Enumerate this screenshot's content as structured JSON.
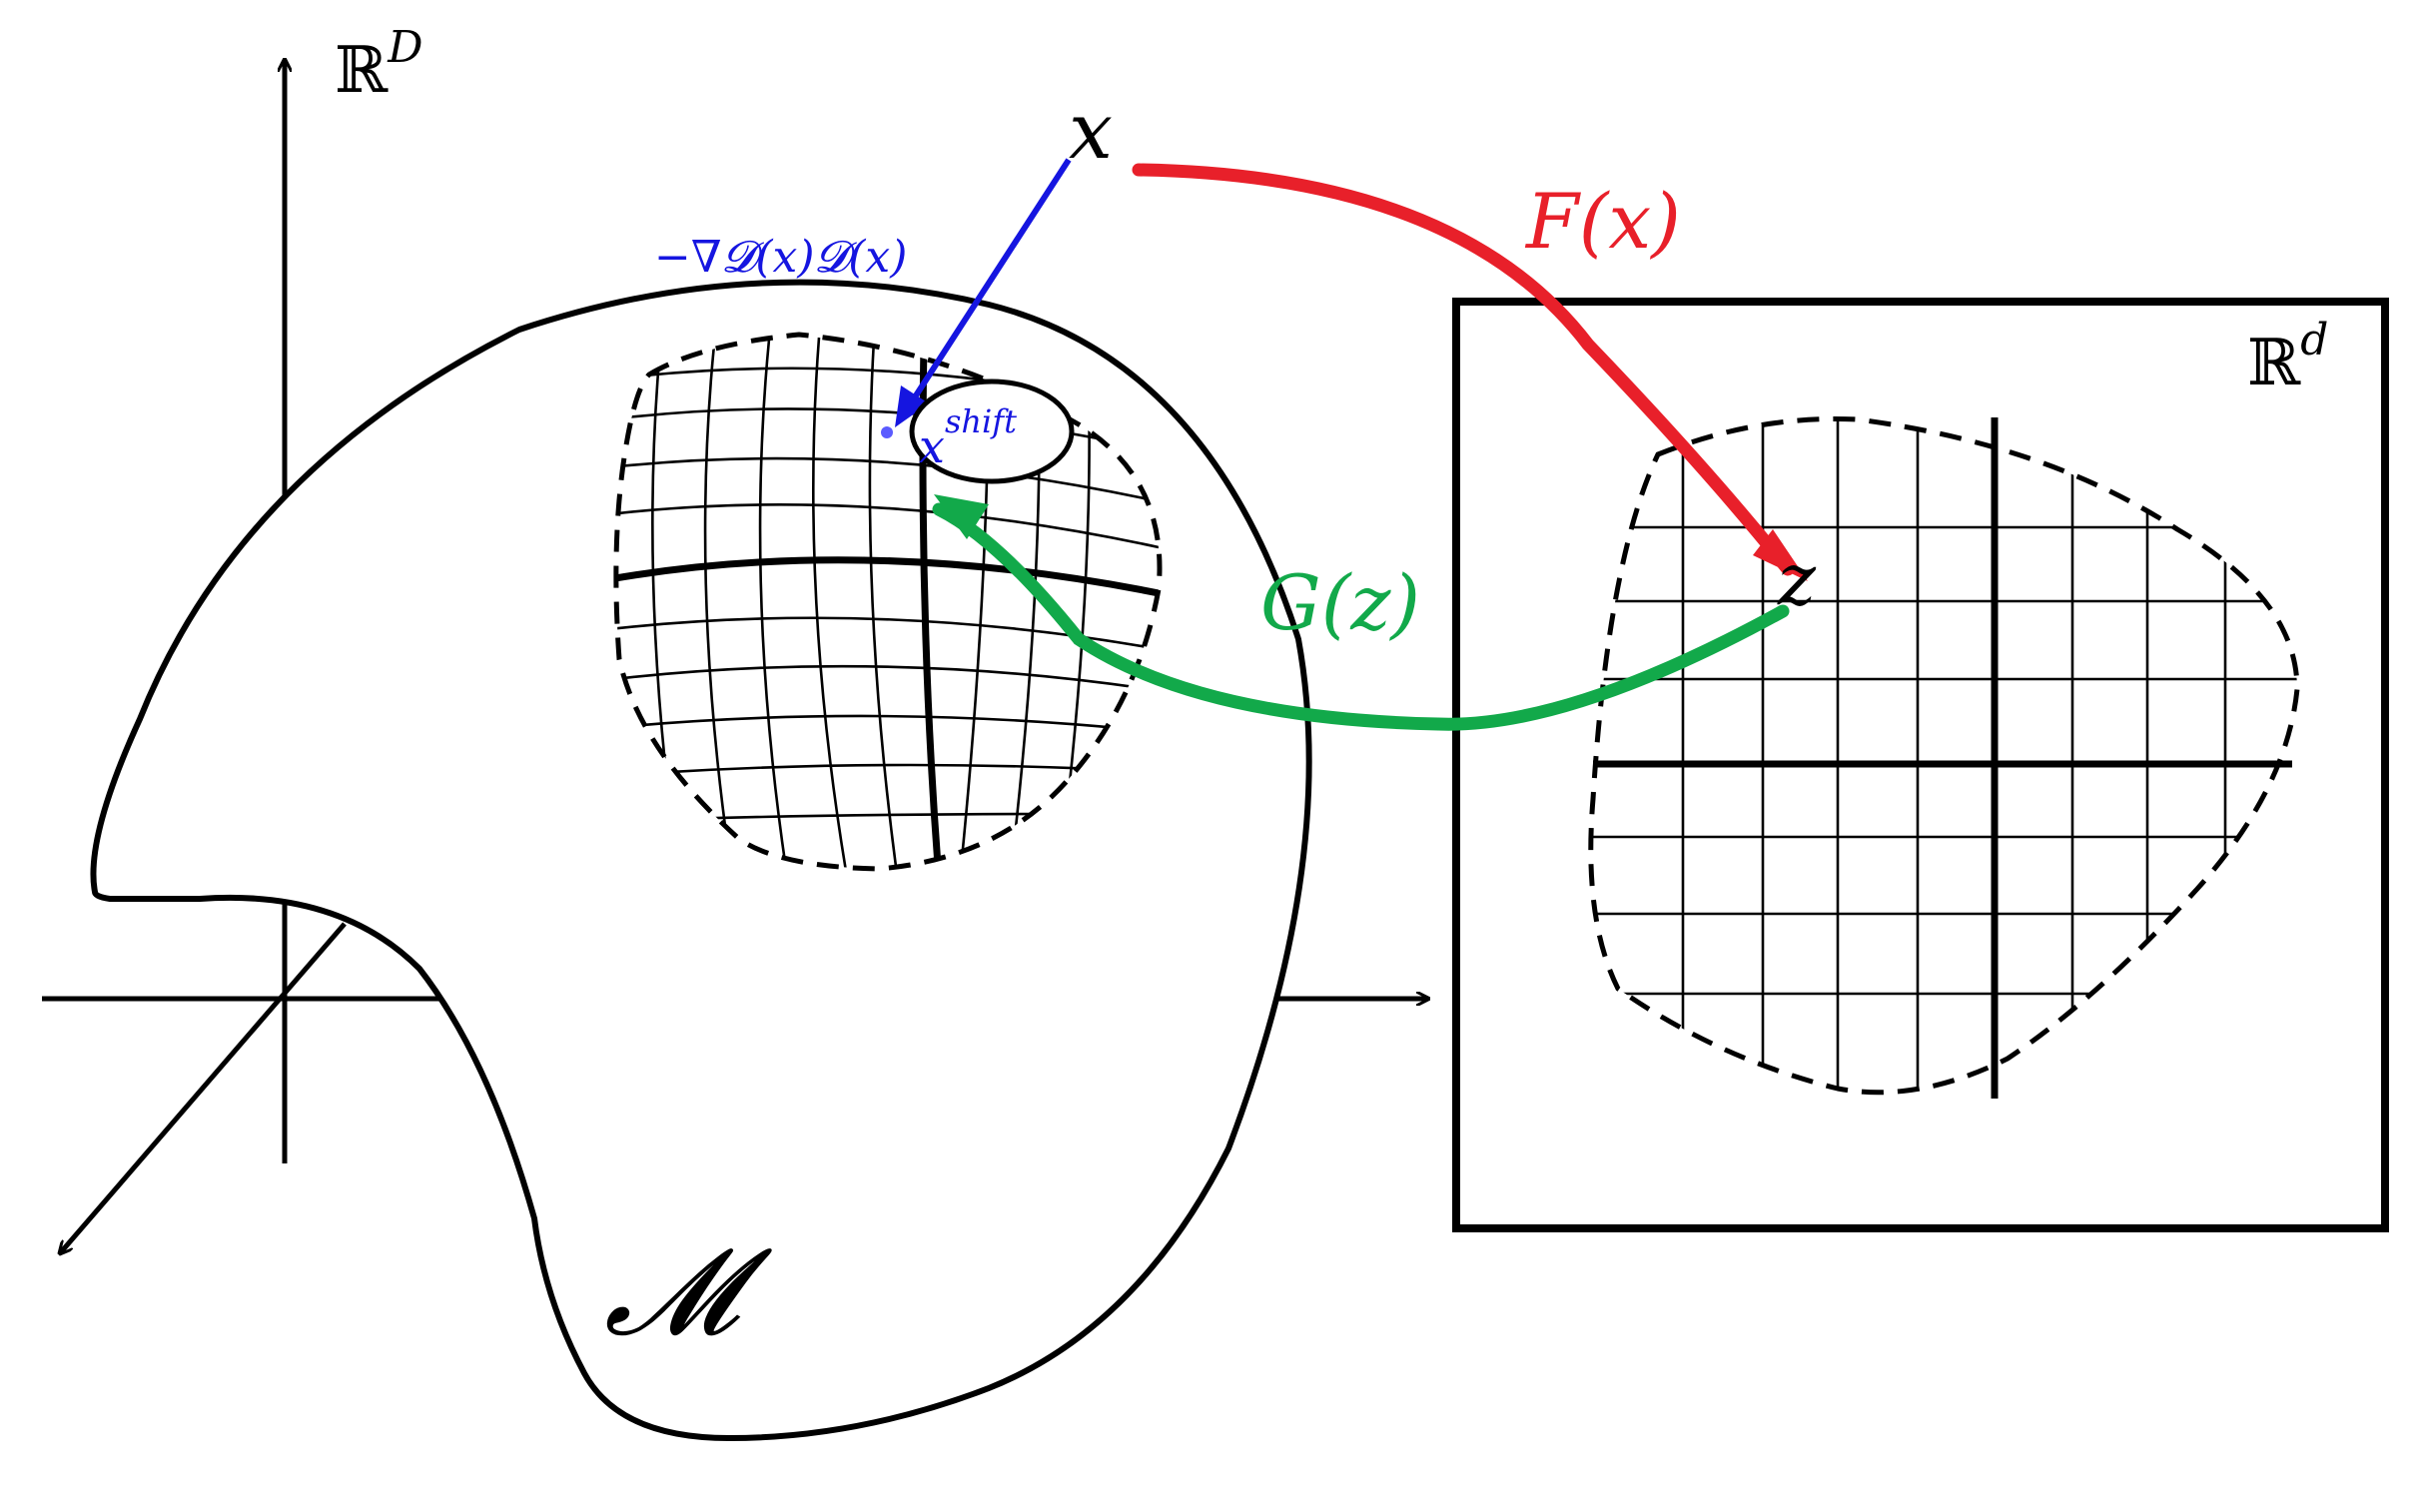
{
  "labels": {
    "ambient_space_base": "ℝ",
    "ambient_space_sup": "D",
    "latent_space_base": "ℝ",
    "latent_space_sup": "d",
    "manifold": "𝓜",
    "input_point": "x",
    "latent_point": "z",
    "encoder_base": "F(x)",
    "decoder_base": "G(z)",
    "gradient_shift": "−∇𝓓(x)𝓓(x)",
    "shifted_point_base": "x",
    "shifted_point_sup": "shift"
  },
  "colors": {
    "encoder": "#e8202a",
    "decoder": "#12a94a",
    "gradient": "#1515e0",
    "ink": "#000000",
    "background": "#ffffff"
  }
}
